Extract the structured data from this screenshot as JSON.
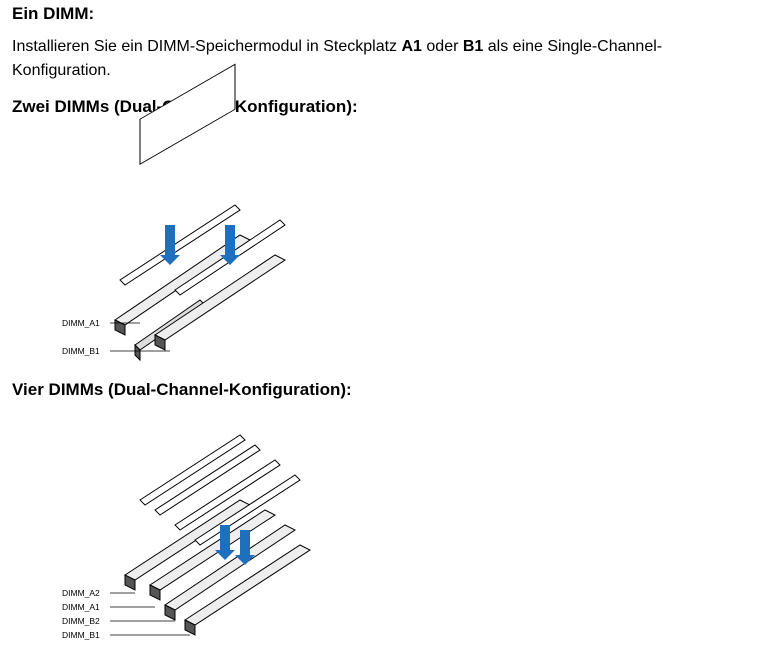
{
  "sections": {
    "one_dimm": {
      "heading": "Ein DIMM:",
      "text_1": "Installieren Sie ein DIMM-Speichermodul in Steckplatz ",
      "slot_a": "A1",
      "text_2": " oder ",
      "slot_b": "B1",
      "text_3": " als eine Single-Channel-Konfiguration."
    },
    "two_dimms": {
      "heading": "Zwei DIMMs (Dual-Channel-Konfiguration):",
      "labels": [
        "DIMM_A1",
        "DIMM_B1"
      ]
    },
    "four_dimms": {
      "heading": "Vier DIMMs (Dual-Channel-Konfiguration):",
      "labels": [
        "DIMM_A2",
        "DIMM_A1",
        "DIMM_B2",
        "DIMM_B1"
      ]
    }
  },
  "colors": {
    "arrow": "#1f6fbf",
    "slot_dark": "#555555",
    "slot_light": "#d9d9d9",
    "outline": "#000000"
  }
}
